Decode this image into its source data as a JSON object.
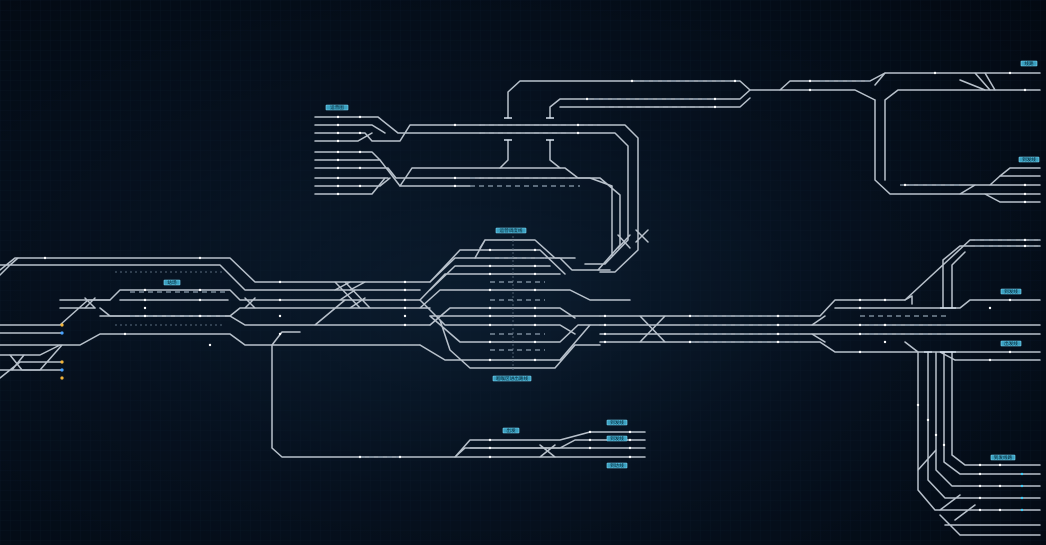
{
  "colors": {
    "background": "#06111f",
    "track": "#b9c2cc",
    "label_fill": "#3a9fbf",
    "label_text": "#062433",
    "lamp_yellow": "#f2b43a",
    "lamp_blue": "#4aa3ff",
    "lamp_cyan": "#3fd3ff"
  },
  "station_labels": [
    {
      "id": "nw",
      "text": "运营图"
    },
    {
      "id": "center_top",
      "text": "运营调度线"
    },
    {
      "id": "west",
      "text": "站场"
    },
    {
      "id": "center_bottom",
      "text": "咽喉区进出路线"
    },
    {
      "id": "south",
      "text": "出发"
    },
    {
      "id": "south_r1",
      "text": "到发线"
    },
    {
      "id": "south_r2",
      "text": "到发线"
    },
    {
      "id": "south_r3",
      "text": "到达线"
    },
    {
      "id": "ne_top",
      "text": "线路"
    },
    {
      "id": "ne_mid",
      "text": "到发线"
    },
    {
      "id": "east_1",
      "text": "到发线"
    },
    {
      "id": "east_2",
      "text": "出发线"
    },
    {
      "id": "se",
      "text": "到发线路"
    }
  ]
}
